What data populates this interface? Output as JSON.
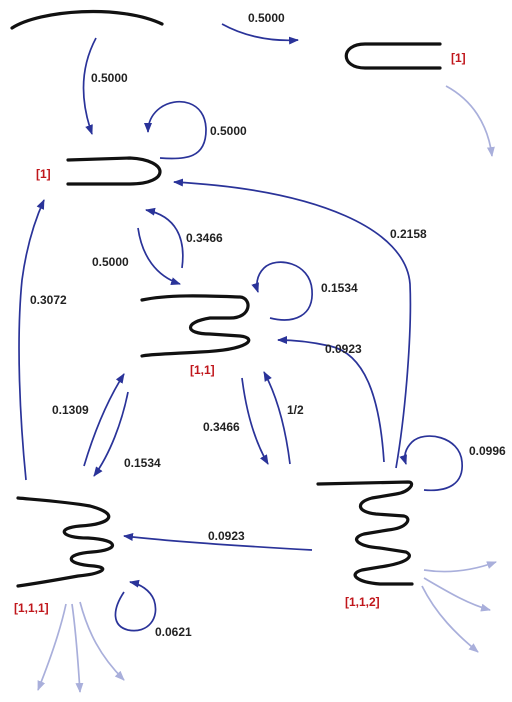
{
  "colors": {
    "edge": "#2a3399",
    "faded_edge": "#a9afdb",
    "shape": "#111111",
    "tag": "#c0161b",
    "label": "#222222"
  },
  "node_tags": {
    "top_right": "[1]",
    "fold_left": "[1]",
    "node_11": "[1,1]",
    "node_111": "[1,1,1]",
    "node_112": "[1,1,2]"
  },
  "edge_labels": {
    "top_to_top_right": "0.5000",
    "top_to_fold": "0.5000",
    "fold_self_loop": "0.5000",
    "node11_to_fold": "0.3466",
    "fold_to_node11": "0.5000",
    "node112_to_fold": "0.2158",
    "node111_to_fold": "0.3072",
    "node11_self_loop": "0.1534",
    "node112_to_node11": "0.0923",
    "node111_to_node11": "0.1309",
    "node11_to_node111": "0.1534",
    "node11_to_node112": "0.3466",
    "node112_up_to_node11": "1/2",
    "node112_self_loop": "0.0996",
    "node112_to_node111": "0.0923",
    "node111_self_loop": "0.0621"
  }
}
